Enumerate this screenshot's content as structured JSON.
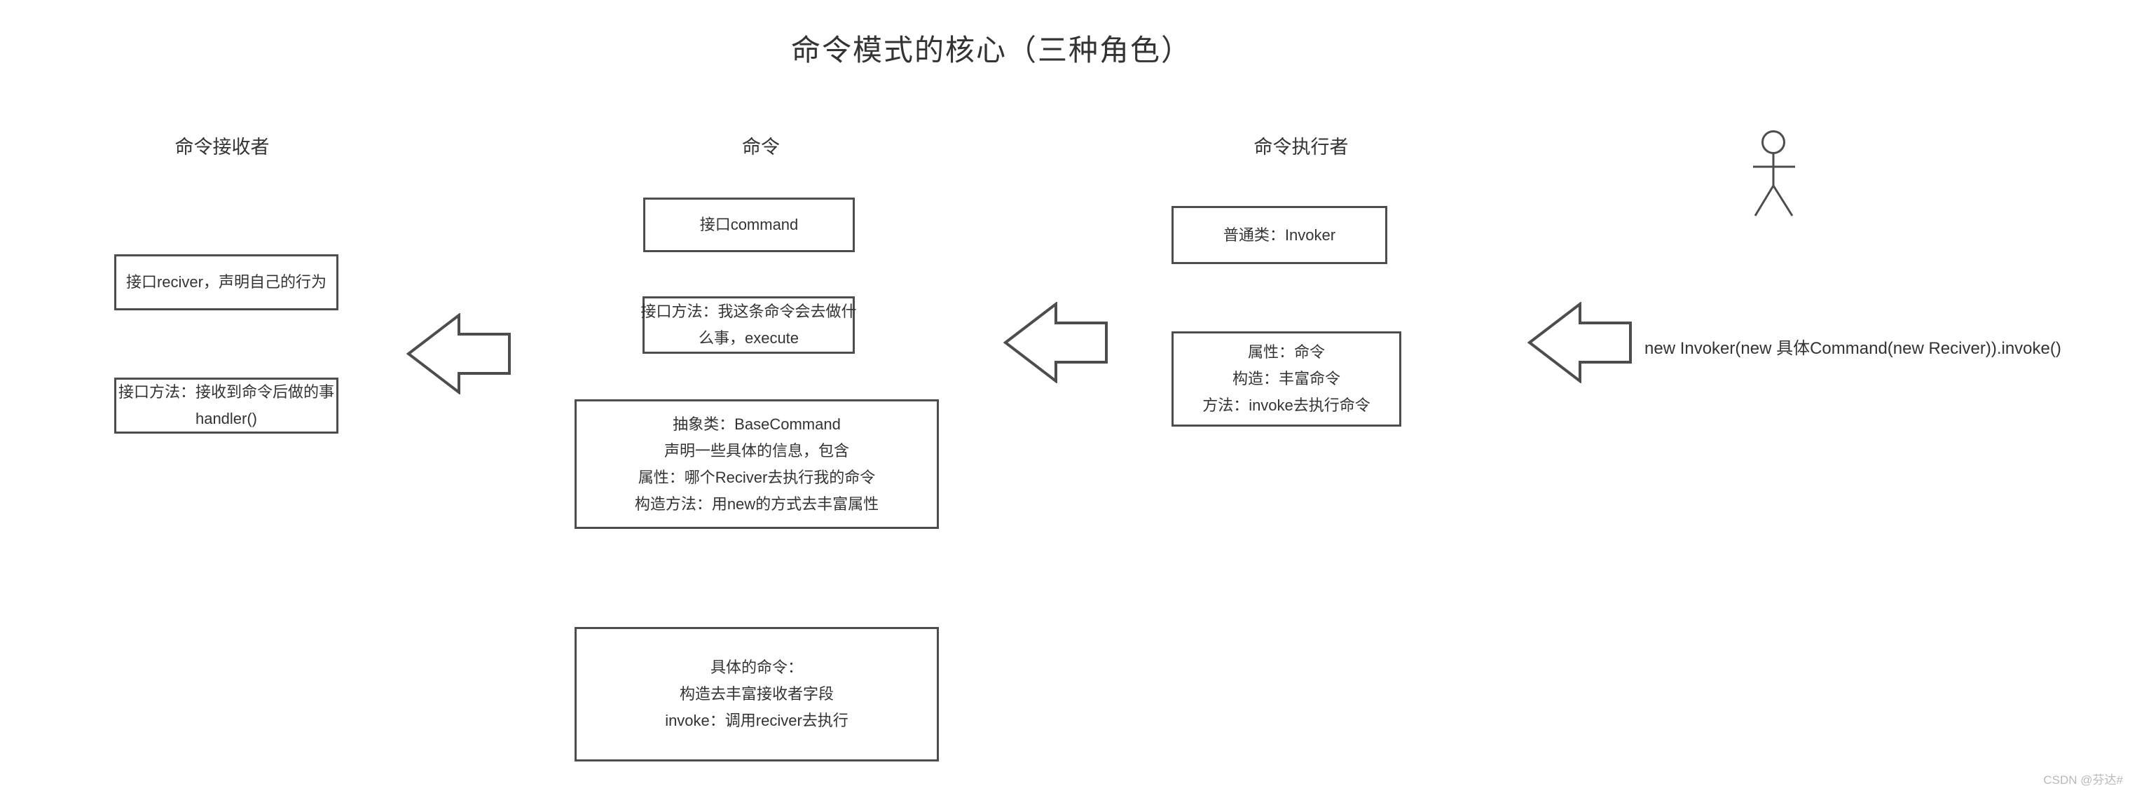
{
  "page": {
    "title": "命令模式的核心（三种角色）",
    "watermark": "CSDN @芬达#"
  },
  "columns": {
    "receiver": {
      "header": "命令接收者"
    },
    "command": {
      "header": "命令"
    },
    "invoker": {
      "header": "命令执行者"
    }
  },
  "boxes": {
    "receiver_interface": {
      "lines": [
        "接口reciver，声明自己的行为"
      ]
    },
    "receiver_method": {
      "lines": [
        "接口方法：接收到命令后做的事",
        "handler()"
      ]
    },
    "command_interface": {
      "lines": [
        "接口command"
      ]
    },
    "command_method": {
      "lines": [
        "接口方法：我这条命令会去做什",
        "么事，execute"
      ]
    },
    "base_command": {
      "lines": [
        "抽象类：BaseCommand",
        "声明一些具体的信息，包含",
        "属性：哪个Reciver去执行我的命令",
        "构造方法：用new的方式去丰富属性"
      ]
    },
    "concrete_command": {
      "lines": [
        "具体的命令：",
        "构造去丰富接收者字段",
        "invoke：调用reciver去执行"
      ]
    },
    "invoker_class": {
      "lines": [
        "普通类：Invoker"
      ]
    },
    "invoker_members": {
      "lines": [
        "属性：命令",
        "构造：丰富命令",
        "方法：invoke去执行命令"
      ]
    }
  },
  "annotations": {
    "usage_code": "new Invoker(new 具体Command(new Reciver)).invoke()"
  },
  "icons": {
    "arrow_left": "left-block-arrow",
    "actor": "stick-figure"
  },
  "colors": {
    "stroke": "#4d4d4d",
    "text": "#333333",
    "watermark": "#b9b9b9",
    "background": "#ffffff"
  }
}
